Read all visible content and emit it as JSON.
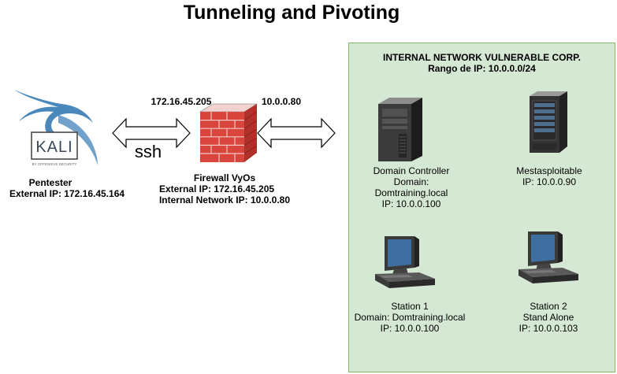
{
  "title": "Tunneling and Pivoting",
  "internal_network": {
    "title_line1": "INTERNAL NETWORK VULNERABLE CORP.",
    "title_line2": "Rango de IP: 10.0.0.0/24"
  },
  "pentester": {
    "logo_text": "KALI",
    "logo_subtext": "BY OFFENSIVE SECURITY",
    "name": "Pentester",
    "external_ip": "External IP: 172.16.45.164"
  },
  "link_external": {
    "label": "ssh",
    "ip": "172.16.45.205"
  },
  "link_internal": {
    "ip": "10.0.0.80"
  },
  "firewall": {
    "name": "Firewall VyOs",
    "external_ip": "External IP: 172.16.45.205",
    "internal_ip": "Internal Network IP: 10.0.0.80"
  },
  "domain_controller": {
    "line1": "Domain Controller",
    "line2": "Domain:",
    "line3": "Domtraining.local",
    "line4": "IP: 10.0.0.100"
  },
  "metasploitable": {
    "line1": "Mestasploitable",
    "line2": "IP: 10.0.0.90"
  },
  "station1": {
    "line1": "Station 1",
    "line2": "Domain: Domtraining.local",
    "line3": "IP: 10.0.0.100"
  },
  "station2": {
    "line1": "Station 2",
    "line2": "Stand Alone",
    "line3": "IP: 10.0.0.103"
  },
  "colors": {
    "zone_fill": "#d5e8d4",
    "zone_border": "#82b366",
    "kali_blue": "#367bb5",
    "firewall_brick": "#d9443d"
  }
}
